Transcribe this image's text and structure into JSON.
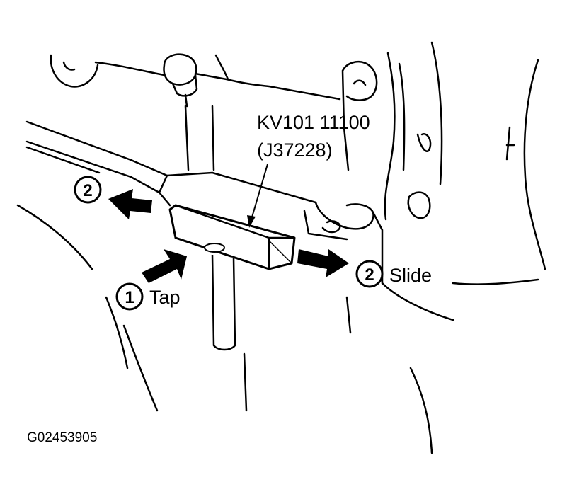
{
  "diagram": {
    "tool_part_number": "KV101 11100",
    "tool_alt_number": "(J37228)",
    "step1": {
      "number": "1",
      "label": "Tap"
    },
    "step2_left": {
      "number": "2"
    },
    "step2_right": {
      "number": "2",
      "label": "Slide"
    },
    "figure_id": "G02453905"
  }
}
